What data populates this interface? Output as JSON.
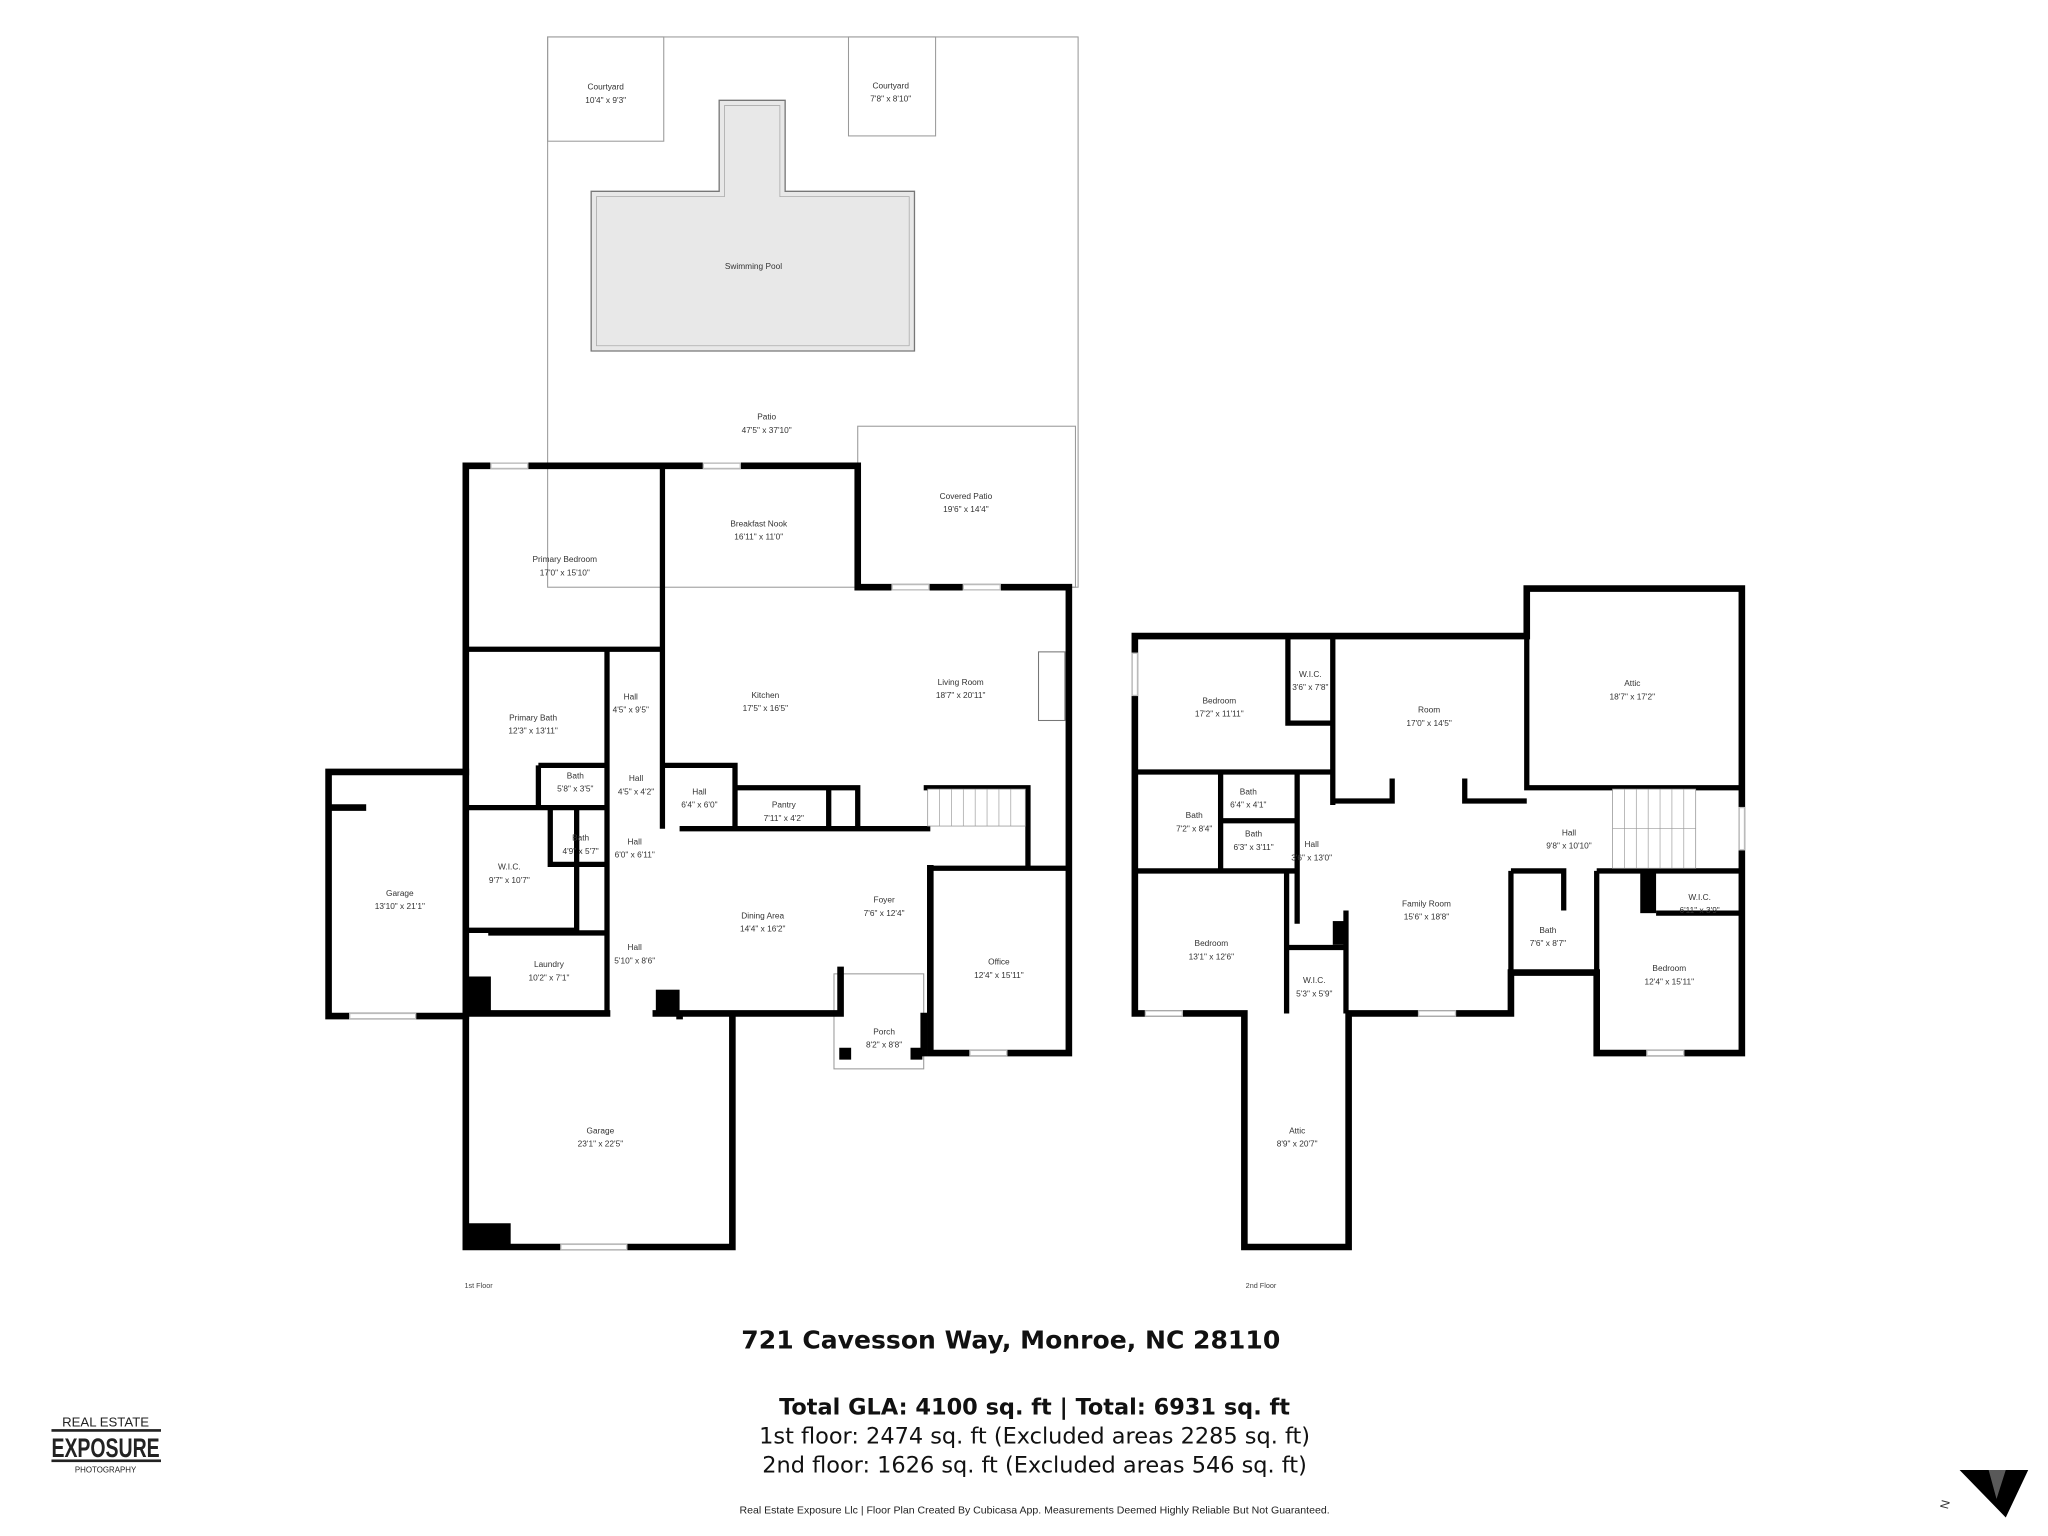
{
  "floor1": {
    "label": "1st Floor",
    "rooms": [
      {
        "name": "Courtyard",
        "dims": "10'4\" x 9'3\""
      },
      {
        "name": "Courtyard",
        "dims": "7'8\" x 8'10\""
      },
      {
        "name": "Swimming Pool",
        "dims": ""
      },
      {
        "name": "Patio",
        "dims": "47'5\" x 37'10\""
      },
      {
        "name": "Covered Patio",
        "dims": "19'6\" x 14'4\""
      },
      {
        "name": "Breakfast Nook",
        "dims": "16'11\" x 11'0\""
      },
      {
        "name": "Primary Bedroom",
        "dims": "17'0\" x 15'10\""
      },
      {
        "name": "Kitchen",
        "dims": "17'5\" x 16'5\""
      },
      {
        "name": "Living Room",
        "dims": "18'7\" x 20'11\""
      },
      {
        "name": "Primary Bath",
        "dims": "12'3\" x 13'11\""
      },
      {
        "name": "Hall",
        "dims": "4'5\" x 9'5\""
      },
      {
        "name": "Bath",
        "dims": "5'8\" x 3'5\""
      },
      {
        "name": "Hall",
        "dims": "4'5\" x 4'2\""
      },
      {
        "name": "Hall",
        "dims": "6'4\" x 6'0\""
      },
      {
        "name": "Pantry",
        "dims": "7'11\" x 4'2\""
      },
      {
        "name": "Bath",
        "dims": "4'9\" x 5'7\""
      },
      {
        "name": "Hall",
        "dims": "6'0\" x 6'11\""
      },
      {
        "name": "W.I.C.",
        "dims": "9'7\" x 10'7\""
      },
      {
        "name": "Garage",
        "dims": "13'10\" x 21'1\""
      },
      {
        "name": "Foyer",
        "dims": "7'6\" x 12'4\""
      },
      {
        "name": "Dining Area",
        "dims": "14'4\" x 16'2\""
      },
      {
        "name": "Office",
        "dims": "12'4\" x 15'11\""
      },
      {
        "name": "Laundry",
        "dims": "10'2\" x 7'1\""
      },
      {
        "name": "Hall",
        "dims": "5'10\" x 8'6\""
      },
      {
        "name": "Porch",
        "dims": "8'2\" x 8'8\""
      },
      {
        "name": "Garage",
        "dims": "23'1\" x 22'5\""
      }
    ]
  },
  "floor2": {
    "label": "2nd Floor",
    "rooms": [
      {
        "name": "Bedroom",
        "dims": "17'2\" x 11'11\""
      },
      {
        "name": "W.I.C.",
        "dims": "3'6\" x 7'8\""
      },
      {
        "name": "Room",
        "dims": "17'0\" x 14'5\""
      },
      {
        "name": "Attic",
        "dims": "18'7\" x 17'2\""
      },
      {
        "name": "Bath",
        "dims": "6'4\" x 4'1\""
      },
      {
        "name": "Bath",
        "dims": "7'2\" x 8'4\""
      },
      {
        "name": "Bath",
        "dims": "6'3\" x 3'11\""
      },
      {
        "name": "Hall",
        "dims": "3'6\" x 13'0\""
      },
      {
        "name": "Hall",
        "dims": "9'8\" x 10'10\""
      },
      {
        "name": "Family Room",
        "dims": "15'6\" x 18'8\""
      },
      {
        "name": "W.I.C.",
        "dims": "6'11\" x 3'9\""
      },
      {
        "name": "Bedroom",
        "dims": "13'1\" x 12'6\""
      },
      {
        "name": "Bath",
        "dims": "7'6\" x 8'7\""
      },
      {
        "name": "Bedroom",
        "dims": "12'4\" x 15'11\""
      },
      {
        "name": "W.I.C.",
        "dims": "5'3\" x 5'9\""
      },
      {
        "name": "Attic",
        "dims": "8'9\" x 20'7\""
      }
    ]
  },
  "address": "721 Cavesson Way, Monroe, NC 28110",
  "totals": {
    "headline": "Total GLA: 4100 sq. ft | Total: 6931 sq. ft",
    "floor1": "1st floor: 2474 sq. ft (Excluded areas 2285 sq. ft)",
    "floor2": "2nd floor: 1626 sq. ft (Excluded areas 546 sq. ft)"
  },
  "disclaimer": "Real Estate Exposure Llc | Floor Plan Created By Cubicasa App. Measurements Deemed Highly Reliable But Not Guaranteed.",
  "logo": {
    "line1": "REAL ESTATE",
    "line2": "EXPOSURE",
    "line3": "PHOTOGRAPHY"
  },
  "compass": {
    "label": "N",
    "icon": "north-arrow-icon"
  },
  "colors": {
    "walls": "#000000",
    "pool": "#e8e8e8"
  }
}
